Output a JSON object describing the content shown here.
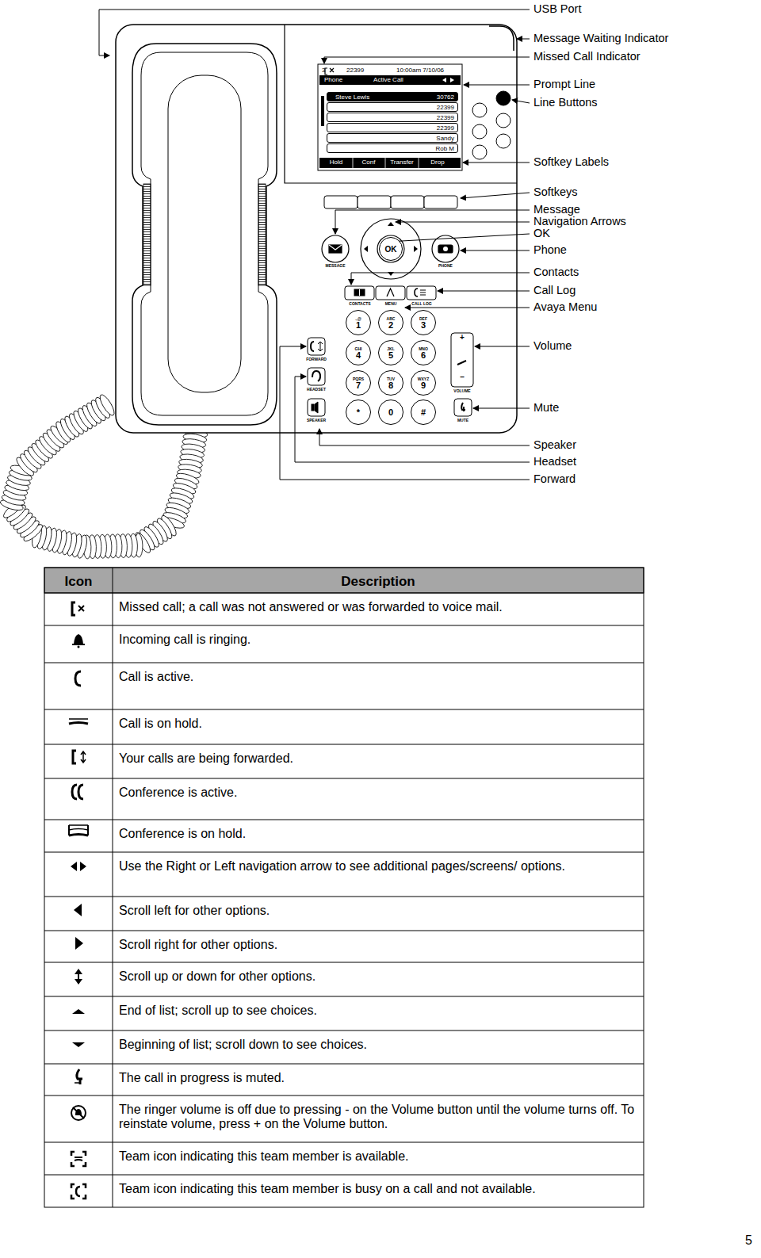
{
  "diagram": {
    "nodes": [
      {
        "text": [
          "Steve Lewis",
          "30762"
        ]
      },
      {
        "text": [
          "22399"
        ]
      },
      {
        "text": [
          "22399"
        ]
      },
      {
        "text": [
          "22399"
        ]
      },
      {
        "text": [
          "Sandy"
        ]
      },
      {
        "text": [
          "Rob M"
        ]
      },
      {
        "text": [
          "OK"
        ]
      },
      {
        "text": [
          ".,@",
          "1"
        ]
      },
      {
        "text": [
          "ABC",
          "2"
        ]
      },
      {
        "text": [
          "DEF",
          "3"
        ]
      },
      {
        "text": [
          "GHI",
          "4"
        ]
      },
      {
        "text": [
          "JKL",
          "5"
        ]
      },
      {
        "text": [
          "MNO",
          "6"
        ]
      },
      {
        "text": [
          "PQRS",
          "7"
        ]
      },
      {
        "text": [
          "TUV",
          "8"
        ]
      },
      {
        "text": [
          "WXYZ",
          "9"
        ]
      },
      {
        "text": [
          "*"
        ]
      },
      {
        "text": [
          "0"
        ]
      },
      {
        "text": [
          "#"
        ]
      }
    ],
    "labels": [
      "USB Port",
      "Message Waiting Indicator",
      "Missed Call Indicator",
      "Prompt Line",
      "Line Buttons",
      "Softkey Labels",
      "Softkeys",
      "Message",
      "Navigation Arrows",
      "OK",
      "Phone",
      "Contacts",
      "Call Log",
      "Avaya Menu",
      "Volume",
      "Mute",
      "Speaker",
      "Headset",
      "Forward",
      "3",
      "22399",
      "10:00am 7/10/06",
      "Phone",
      "Active Call",
      "Hold",
      "Conf",
      "Transfer",
      "Drop",
      "MESSAGE",
      "PHONE",
      "CONTACTS",
      "MENU",
      "CALL LOG",
      "FORWARD",
      "HEADSET",
      "SPEAKER",
      "VOLUME",
      "MUTE",
      "+",
      "–",
      "Icon",
      "Description",
      "Missed call; a call was not answered or was forwarded to voice mail.",
      "Incoming call is ringing.",
      "Call is active.",
      "Call is on hold.",
      "Your calls are being forwarded.",
      "Conference is active.",
      "Conference is on hold.",
      "Use the Right or Left navigation arrow to see additional pages/screens/ options.",
      "Scroll left for other options.",
      "Scroll right for other options.",
      "Scroll up or down for other options.",
      "End of list; scroll up to see choices.",
      "Beginning of list; scroll down to see choices.",
      "The call in progress is muted.",
      "The ringer volume is off due to pressing - on the Volume button until the volume turns off. To reinstate volume, press + on the Volume button.",
      "Team icon indicating this team member is available.",
      "Team icon indicating this team member is busy on a call and not available.",
      "5"
    ]
  }
}
